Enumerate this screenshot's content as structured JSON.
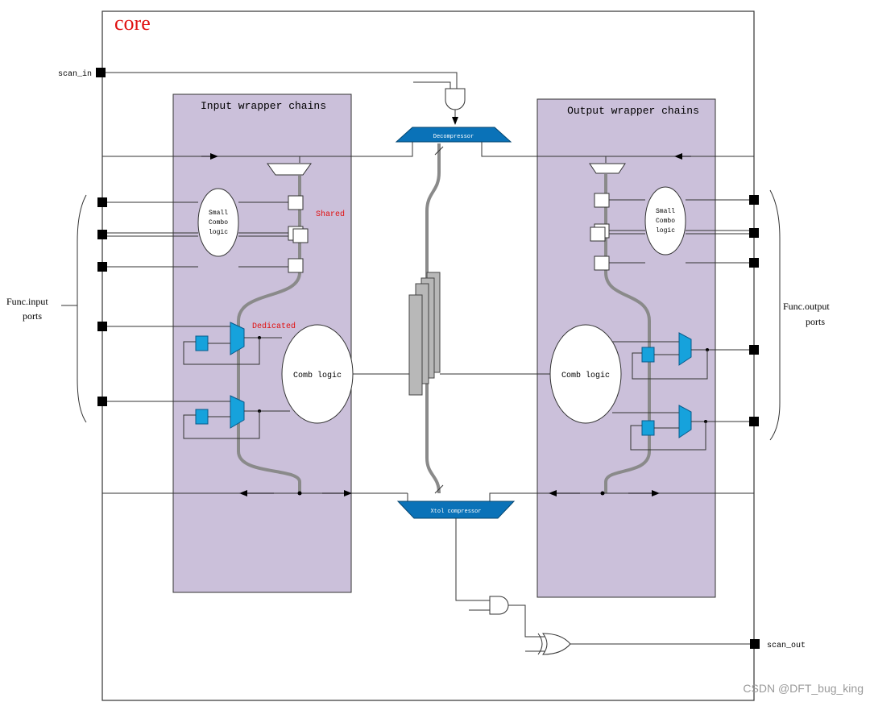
{
  "core": {
    "title": "core"
  },
  "ports": {
    "scan_in": "scan_in",
    "scan_out": "scan_out"
  },
  "input_chain": {
    "title": "Input wrapper chains",
    "shared_label": "Shared",
    "dedicated_label": "Dedicated"
  },
  "output_chain": {
    "title": "Output wrapper chains"
  },
  "blocks": {
    "small_combo": [
      "Small",
      "Combo",
      "logic"
    ],
    "comb_logic": "Comb logic",
    "decompressor": "Decompressor",
    "compressor": "Xtol compressor"
  },
  "side_labels": {
    "func_input": [
      "Func.input",
      "ports"
    ],
    "func_output": [
      "Func.output",
      "ports"
    ]
  },
  "watermark": "CSDN @DFT_bug_king",
  "colors": {
    "wrapper_fill": "#cbc0da",
    "codec_blue": "#0a72b8",
    "mux_blue": "#16a2dc",
    "core_title": "#e01010",
    "annotation_red": "#e01010",
    "scan_path_gray": "#8a8a8a",
    "chain_stack_gray": "#b8b8b8"
  }
}
